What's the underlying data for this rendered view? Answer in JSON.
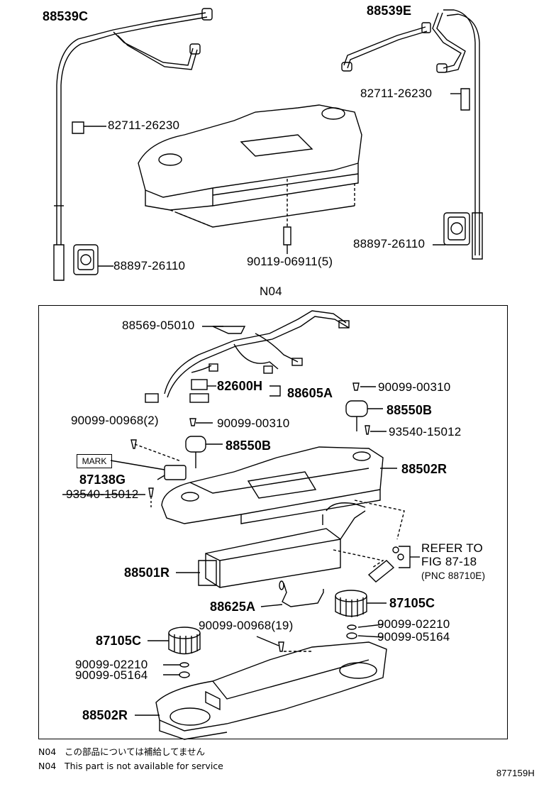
{
  "upper": {
    "hose_left": "88539C",
    "hose_right": "88539E",
    "clamp_left": "82711-26230",
    "clamp_right": "82711-26230",
    "grommet_left": "88897-26110",
    "grommet_right": "88897-26110",
    "bolt": "90119-06911(5)"
  },
  "box_label": "N04",
  "parts": {
    "harness": "88569-05010",
    "subharness": "82600H",
    "wire_assy": "88605A",
    "screw_top_right": "90099-00310",
    "motor_right": "88550B",
    "screw_93540_upper": "93540-15012",
    "screw_left_2": "90099-00968(2)",
    "screw_mid": "90099-00310",
    "motor_mid": "88550B",
    "mark": "MARK",
    "sensor": "87138G",
    "upper_case": "88502R",
    "screw_93540_left": "93540-15012",
    "refer1": "REFER TO",
    "refer2": "FIG 87-18",
    "refer3": "(PNC 88710E)",
    "evaporator": "88501R",
    "thermistor": "88625A",
    "blower_right": "87105C",
    "screw_19": "90099-00968(19)",
    "washer_right": "90099-02210",
    "nut_right": "90099-05164",
    "blower_left": "87105C",
    "washer_left": "90099-02210",
    "nut_left": "90099-05164",
    "lower_case": "88502R"
  },
  "notes": {
    "jp": "この部品については補給してません",
    "jp_code": "N04",
    "en_code": "N04",
    "en": "This part is not available for service"
  },
  "figure_id": "877159H"
}
